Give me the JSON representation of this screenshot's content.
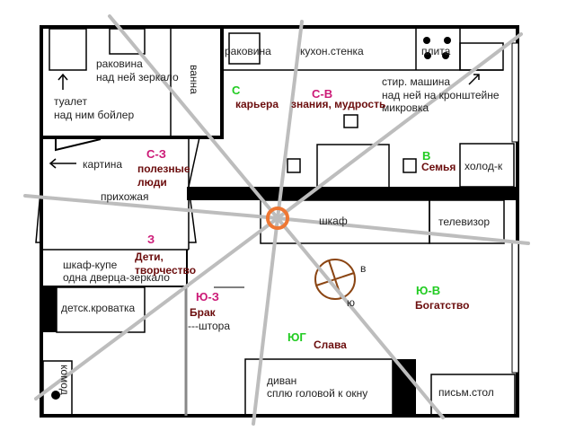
{
  "rooms": {
    "toilet": "туалет",
    "toilet_note": "над ним бойлер",
    "bath_sink": "раковина",
    "bath_sink_note": "над ней зеркало",
    "bathtub": "ванна",
    "kitchen_sink": "раковина",
    "kitchen_cabinets": "кухон.стенка",
    "stove": "плита",
    "washer": "стир. машина",
    "washer_note1": "над ней на кронштейне",
    "washer_note2": "микровка",
    "fridge": "холод-к",
    "picture": "картина",
    "hallway": "прихожая",
    "wardrobe": "шкаф",
    "tv": "телевизор",
    "closet": "шкаф-купе",
    "closet_note": "одна дверца-зеркало",
    "crib": "детск.кроватка",
    "curtain": "---штора",
    "dresser": "комод",
    "sofa": "диван",
    "sofa_note": "сплю головой к окну",
    "desk": "письм.стол",
    "compass_e": "в",
    "compass_s": "ю"
  },
  "zones": {
    "north": {
      "dir": "С",
      "meaning": "карьера"
    },
    "northeast": {
      "dir": "С-В",
      "meaning": "знания, мудрость"
    },
    "northwest": {
      "dir": "С-З",
      "meaning1": "полезные",
      "meaning2": "люди"
    },
    "east": {
      "dir": "В",
      "meaning": "Семья"
    },
    "west": {
      "dir": "З",
      "meaning1": "Дети,",
      "meaning2": "творчество"
    },
    "southwest": {
      "dir": "Ю-З",
      "meaning": "Брак"
    },
    "south": {
      "dir": "ЮГ",
      "meaning": "Слава"
    },
    "southeast": {
      "dir": "Ю-В",
      "meaning": "Богатство"
    }
  },
  "colors": {
    "green": "#22cc22",
    "magenta": "#cc1a77",
    "maroon": "#6b0d0d",
    "center": "#ee7733",
    "compass": "#8b4513"
  }
}
